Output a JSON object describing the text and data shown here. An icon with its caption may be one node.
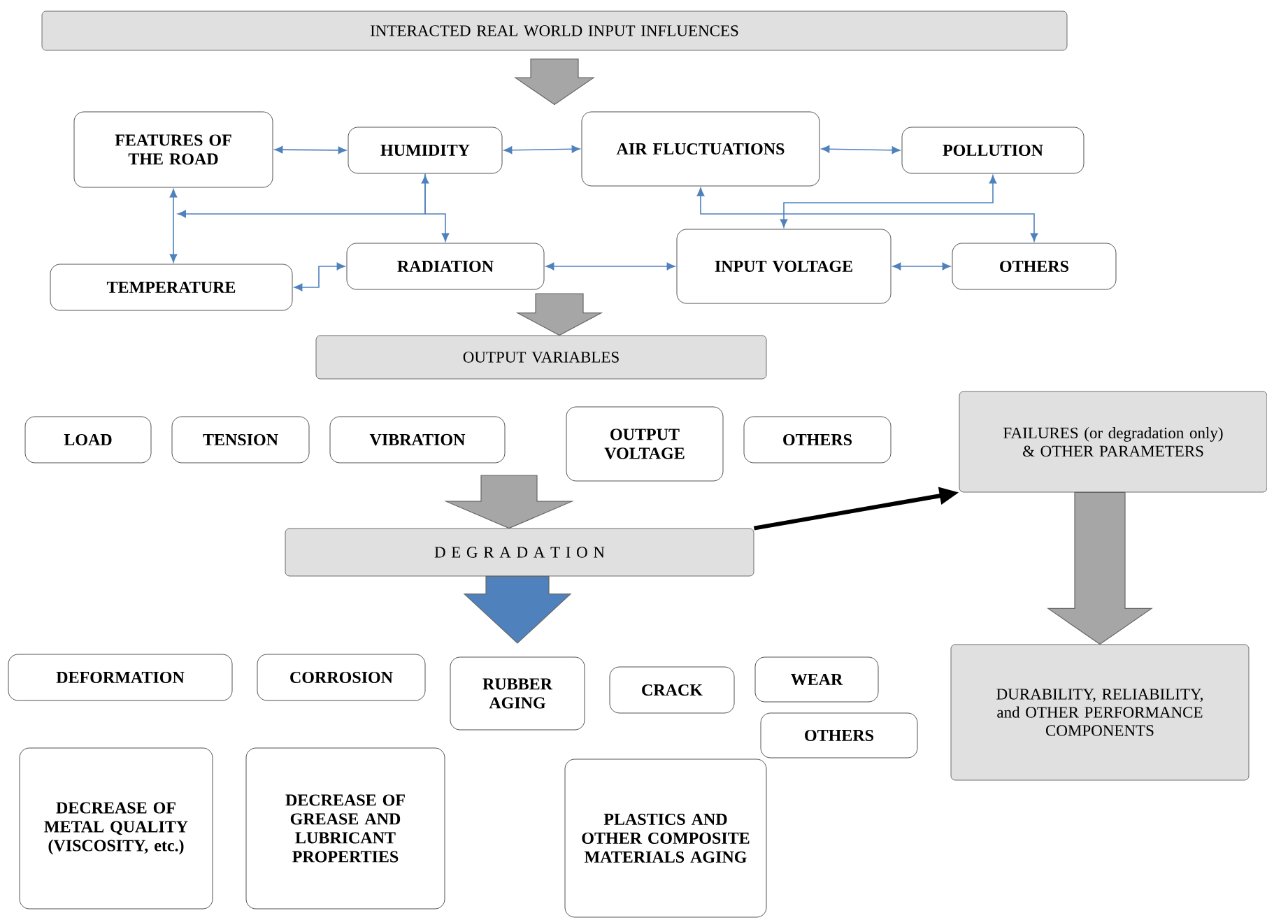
{
  "diagram": {
    "nodes": [
      {
        "text": [
          "INTERACTED REAL WORLD INPUT INFLUENCES"
        ]
      },
      {
        "text": [
          "FEATURES OF THE ROAD"
        ]
      },
      {
        "text": [
          "HUMIDITY"
        ]
      },
      {
        "text": [
          "AIR FLUCTUATIONS"
        ]
      },
      {
        "text": [
          "POLLUTION"
        ]
      },
      {
        "text": [
          "TEMPERATURE"
        ]
      },
      {
        "text": [
          "RADIATION"
        ]
      },
      {
        "text": [
          "INPUT VOLTAGE"
        ]
      },
      {
        "text": [
          "OTHERS"
        ]
      },
      {
        "text": [
          "OUTPUT VARIABLES"
        ]
      },
      {
        "text": [
          "LOAD"
        ]
      },
      {
        "text": [
          "TENSION"
        ]
      },
      {
        "text": [
          "VIBRATION"
        ]
      },
      {
        "text": [
          "OUTPUT VOLTAGE"
        ]
      },
      {
        "text": [
          "OTHERS"
        ]
      },
      {
        "text": [
          "FAILURES (or degradation only) & OTHER PARAMETERS"
        ]
      },
      {
        "text": [
          "D E G R A D A T I O N"
        ]
      },
      {
        "text": [
          "DURABILITY, RELIABILITY, and OTHER PERFORMANCE COMPONENTS"
        ]
      },
      {
        "text": [
          "DEFORMATION"
        ]
      },
      {
        "text": [
          "CORROSION"
        ]
      },
      {
        "text": [
          "RUBBER AGING"
        ]
      },
      {
        "text": [
          "CRACK"
        ]
      },
      {
        "text": [
          "WEAR"
        ]
      },
      {
        "text": [
          "OTHERS"
        ]
      },
      {
        "text": [
          "DECREASE OF METAL QUALITY (VISCOSITY, etc.)"
        ]
      },
      {
        "text": [
          "DECREASE OF GREASE AND LUBRICANT PROPERTIES"
        ]
      },
      {
        "text": [
          "PLASTICS AND OTHER COMPOSITE MATERIALS AGING"
        ]
      }
    ],
    "edges": [
      {
        "from": 1,
        "to": 2,
        "arrow": "both"
      },
      {
        "from": 2,
        "to": 3,
        "arrow": "both"
      },
      {
        "from": 3,
        "to": 4,
        "arrow": "both"
      },
      {
        "from": 1,
        "to": 5,
        "arrow": "both"
      },
      {
        "from": 2,
        "to": null,
        "arrow": "to"
      },
      {
        "from": 2,
        "to": 6,
        "arrow": "both"
      },
      {
        "from": 3,
        "to": 8,
        "arrow": "both"
      },
      {
        "from": 4,
        "to": 7,
        "arrow": "both"
      },
      {
        "from": 5,
        "to": 6,
        "arrow": "both"
      },
      {
        "from": 6,
        "to": 7,
        "arrow": "both"
      },
      {
        "from": 7,
        "to": 8,
        "arrow": "both"
      },
      {
        "from": 0,
        "to": 3,
        "arrow": "to",
        "style": "thick",
        "color": "#a6a6a6"
      },
      {
        "from": null,
        "to": 9,
        "arrow": "to",
        "style": "thick",
        "color": "#a6a6a6"
      },
      {
        "from": null,
        "to": 16,
        "arrow": "to",
        "style": "thick",
        "color": "#a6a6a6"
      },
      {
        "from": 16,
        "to": null,
        "arrow": "to",
        "style": "thick",
        "color": "#4f81bd"
      },
      {
        "from": 16,
        "to": 15,
        "arrow": "to",
        "style": "thick",
        "color": "#000000"
      },
      {
        "from": 15,
        "to": 17,
        "arrow": "to",
        "style": "thick",
        "color": "#a6a6a6"
      }
    ]
  }
}
